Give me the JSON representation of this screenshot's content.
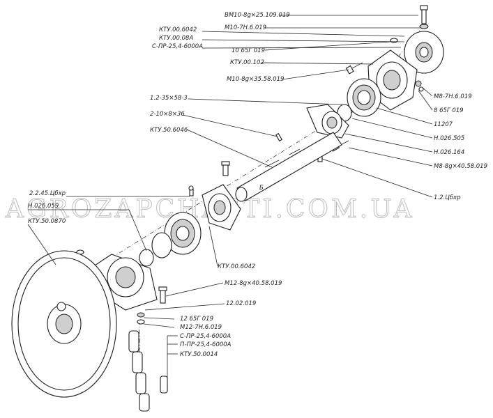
{
  "watermark": "AGROZAPCHASTI.COM.UA",
  "labels": {
    "bm10_25109": "ВМ10-8g×25.109.019",
    "m10_7h6": "М10-7Н.6.019",
    "ktu_006042_top": "КТУ.00.6042",
    "ktu_0008a": "КТУ.00.08А",
    "s_pr_254": "С-ПР-25,4-6000А",
    "w10_65g": "10 65Г 019",
    "ktu_00102": "КТУ.00.102",
    "m10_3558": "М10-8g×35.58.019",
    "m8_7h6": "М8-7Н.6.019",
    "w8_65g": "8 65Г 019",
    "b11207": "11207",
    "h026505": "Н.026.505",
    "h026164": "Н.026.164",
    "m8_4058": "М8-8g×40.58.019",
    "c12": "1.2.Цбхр",
    "key_12": "1.2-35×58-3",
    "key_2": "2-10×8×36",
    "ktu_506046": "КТУ.50.6046",
    "c2245": "2.2.45.Цбхр",
    "h026059": "Н.026.059",
    "ktu_500870": "КТУ.50.0870",
    "ktu_006042_bot": "КТУ.00.6042",
    "m12_4058": "М12-8g×40.58.019",
    "w1202": "12.02.019",
    "w12_65g": "12 65Г 019",
    "m12_7h6": "М12-7Н.6.019",
    "s_pr_254b": "С-ПР-25,4-6000А",
    "p_pr_254": "П-ПР-25,4-6000А",
    "ktu_500014": "КТУ.50.0014",
    "mark_b": "Б"
  }
}
